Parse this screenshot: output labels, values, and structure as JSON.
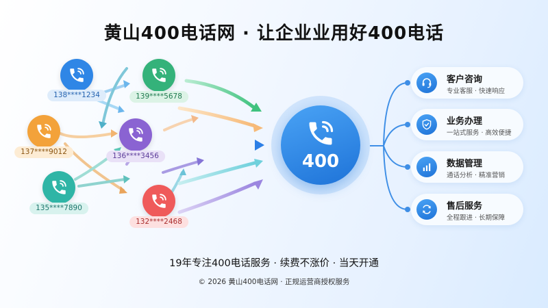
{
  "title": "黄山400电话网 · 让企业业用好400电话",
  "hub_label": "400",
  "callers": [
    {
      "number": "138****1234",
      "color": "#2f86e6",
      "badge_bg": "#deecfb",
      "badge_fg": "#2563b0"
    },
    {
      "number": "139****5678",
      "color": "#34b27a",
      "badge_bg": "#dcf3e6",
      "badge_fg": "#1f7a4f"
    },
    {
      "number": "137****9012",
      "color": "#f3a23a",
      "badge_bg": "#fdecd4",
      "badge_fg": "#8a5410"
    },
    {
      "number": "136****3456",
      "color": "#8a63d2",
      "badge_bg": "#e9e1f7",
      "badge_fg": "#5b3b99"
    },
    {
      "number": "135****7890",
      "color": "#2fb5a6",
      "badge_bg": "#d8f2ee",
      "badge_fg": "#1b756b"
    },
    {
      "number": "132****2468",
      "color": "#ef5a5a",
      "badge_bg": "#fde0e0",
      "badge_fg": "#a92d2d"
    }
  ],
  "services": [
    {
      "title": "客户咨询",
      "subtitle": "专业客服 · 快速响应",
      "icon": "headset-icon"
    },
    {
      "title": "业务办理",
      "subtitle": "一站式服务 · 高效便捷",
      "icon": "shield-check-icon"
    },
    {
      "title": "数据管理",
      "subtitle": "通话分析 · 精准营销",
      "icon": "bar-chart-icon"
    },
    {
      "title": "售后服务",
      "subtitle": "全程跟进 · 长期保障",
      "icon": "refresh-icon"
    }
  ],
  "tagline": "19年专注400电话服务 · 续费不涨价 · 当天开通",
  "footer": "© 2026 黄山400电话网 · 正规运营商授权服务",
  "colors": {
    "accent": "#1e73d8",
    "connector": "#3f8fe6"
  }
}
